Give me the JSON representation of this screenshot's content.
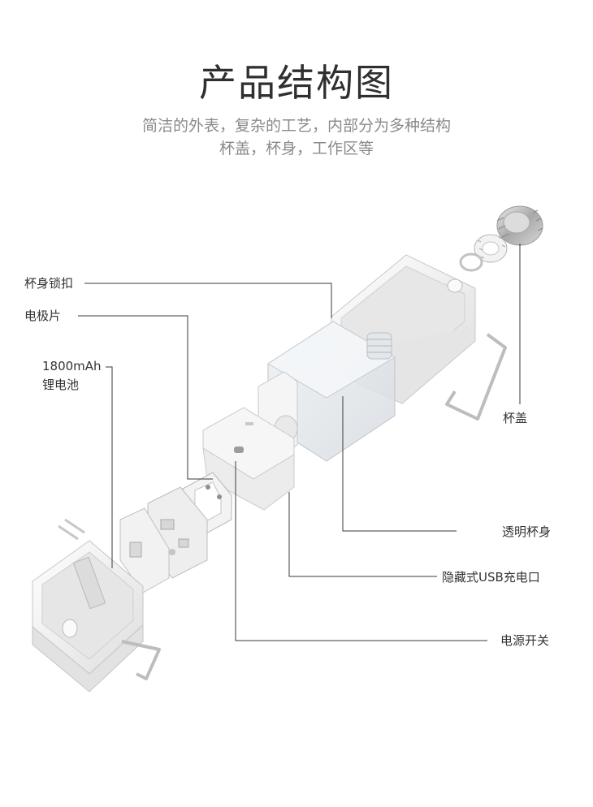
{
  "header": {
    "title": "产品结构图",
    "subtitle_line1": "简洁的外表，复杂的工艺，内部分为多种结构",
    "subtitle_line2": "杯盖，杯身，工作区等"
  },
  "callouts": {
    "cup_body_lock": "杯身锁扣",
    "electrode_plate": "电极片",
    "battery_line1": "1800mAh",
    "battery_line2": "锂电池",
    "cup_lid": "杯盖",
    "transparent_cup_body": "透明杯身",
    "hidden_usb_port": "隐藏式USB充电口",
    "power_switch": "电源开关"
  },
  "colors": {
    "leader_line": "#3a3a3a",
    "product_body": "#f1f1f1",
    "product_edge": "#c9c9c9"
  }
}
